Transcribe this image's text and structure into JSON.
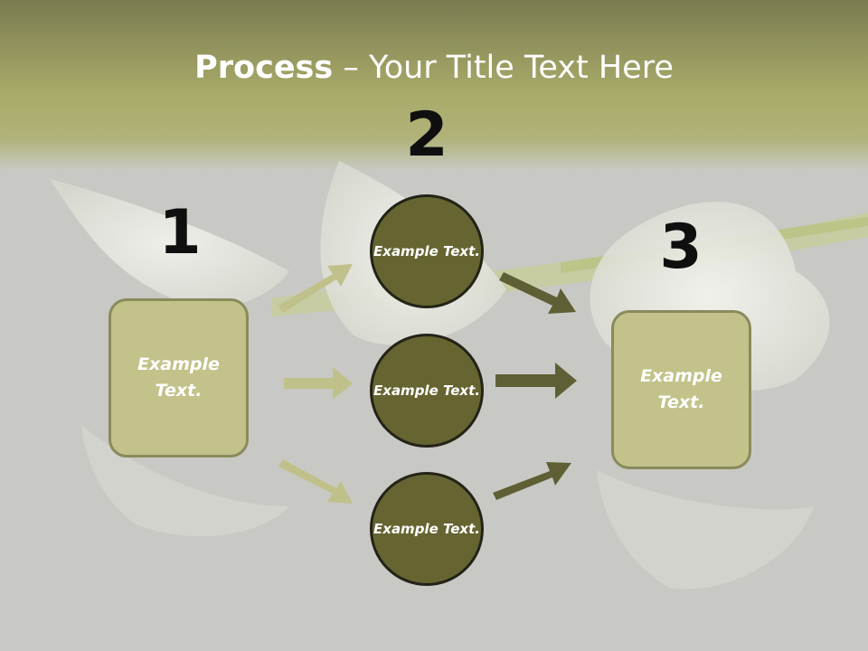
{
  "title": {
    "bold": "Process",
    "rest": " – Your Title Text Here"
  },
  "numbers": [
    "1",
    "2",
    "3"
  ],
  "step1": {
    "text": "Example Text."
  },
  "step2": {
    "items": [
      "Example Text.",
      "Example Text.",
      "Example Text."
    ]
  },
  "step3": {
    "text": "Example Text."
  },
  "colors": {
    "box": "#c2c28a",
    "circle": "#666532",
    "arrow_light": "#c0c08a",
    "arrow_dark": "#5f5f35"
  }
}
